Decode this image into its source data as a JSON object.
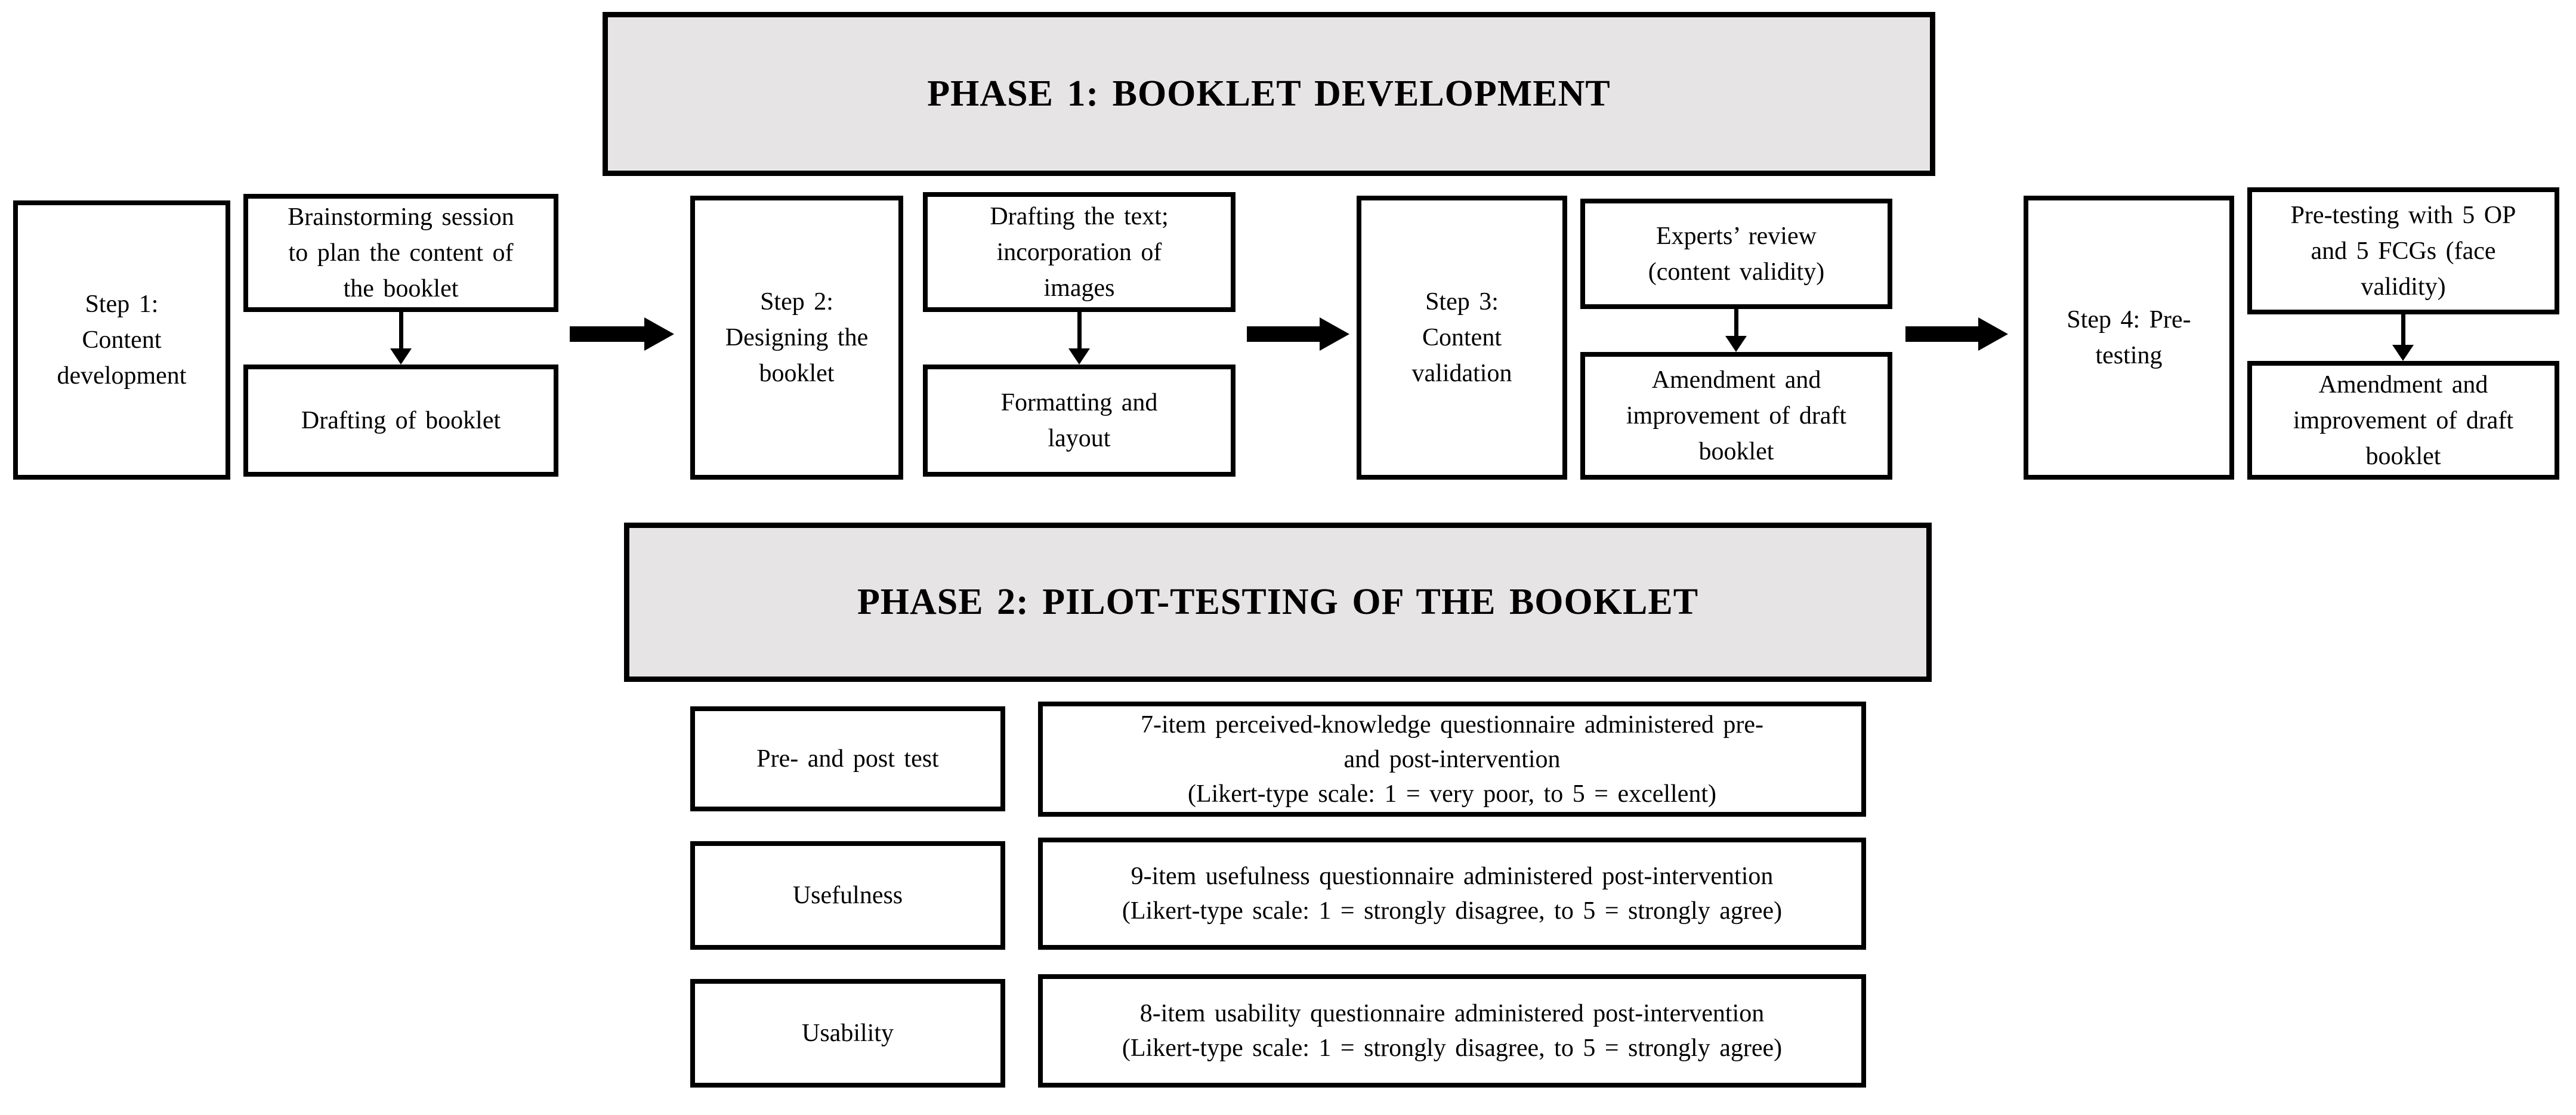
{
  "phase1": {
    "title": "PHASE 1: BOOKLET DEVELOPMENT",
    "steps": [
      {
        "label": "Step 1:\nContent\ndevelopment",
        "top": "Brainstorming session\nto plan the content of\nthe booklet",
        "bottom": "Drafting of booklet"
      },
      {
        "label": "Step 2:\nDesigning the\nbooklet",
        "top": "Drafting the text;\nincorporation of\nimages",
        "bottom": "Formatting and\nlayout"
      },
      {
        "label": "Step 3:\nContent\nvalidation",
        "top": "Experts’ review\n(content validity)",
        "bottom": "Amendment and\nimprovement of draft\nbooklet"
      },
      {
        "label": "Step 4: Pre-\ntesting",
        "top": "Pre-testing with 5 OP\nand 5 FCGs (face\nvalidity)",
        "bottom": "Amendment and\nimprovement of draft\nbooklet"
      }
    ]
  },
  "phase2": {
    "title": "PHASE 2: PILOT-TESTING OF THE BOOKLET",
    "rows": [
      {
        "label": "Pre- and post test",
        "desc": "7-item perceived-knowledge questionnaire administered pre-\nand post-intervention\n(Likert-type scale: 1 = very poor, to 5 = excellent)"
      },
      {
        "label": "Usefulness",
        "desc": "9-item usefulness questionnaire administered post-intervention\n(Likert-type scale: 1 = strongly disagree, to 5 = strongly agree)"
      },
      {
        "label": "Usability",
        "desc": "8-item usability questionnaire administered post-intervention\n(Likert-type scale: 1 = strongly disagree, to 5 = strongly agree)"
      }
    ]
  },
  "colors": {
    "header_bg": "#e6e4e5",
    "border": "#000000",
    "arrow": "#000000"
  }
}
